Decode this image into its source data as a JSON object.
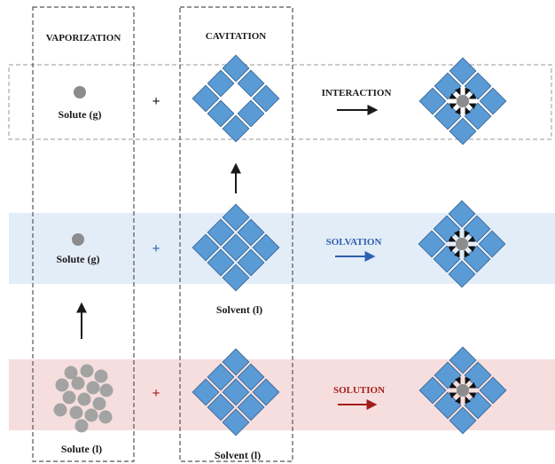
{
  "headers": {
    "vaporization": "VAPORIZATION",
    "cavitation": "CAVITATION"
  },
  "labels": {
    "solute_g_top": "Solute (g)",
    "solute_g_mid": "Solute (g)",
    "solvent_l_mid": "Solvent (l)",
    "solute_l": "Solute (l)",
    "solvent_l_bottom": "Solvent (l)"
  },
  "rows": {
    "interaction": {
      "operator": "+",
      "process": "INTERACTION",
      "color": "#1a1a1a"
    },
    "solvation": {
      "operator": "+",
      "process": "SOLVATION",
      "color": "#2f5fae"
    },
    "solution": {
      "operator": "+",
      "process": "SOLUTION",
      "color": "#a31d1d"
    }
  },
  "colors": {
    "solvent_square": "#5b9bd5",
    "solvent_square_border": "#2e5f93",
    "solute_particle": "#8c8c8c",
    "solvation_band": "#e3edf8",
    "solution_band": "#f6dede",
    "dashed_line": "#555555"
  }
}
